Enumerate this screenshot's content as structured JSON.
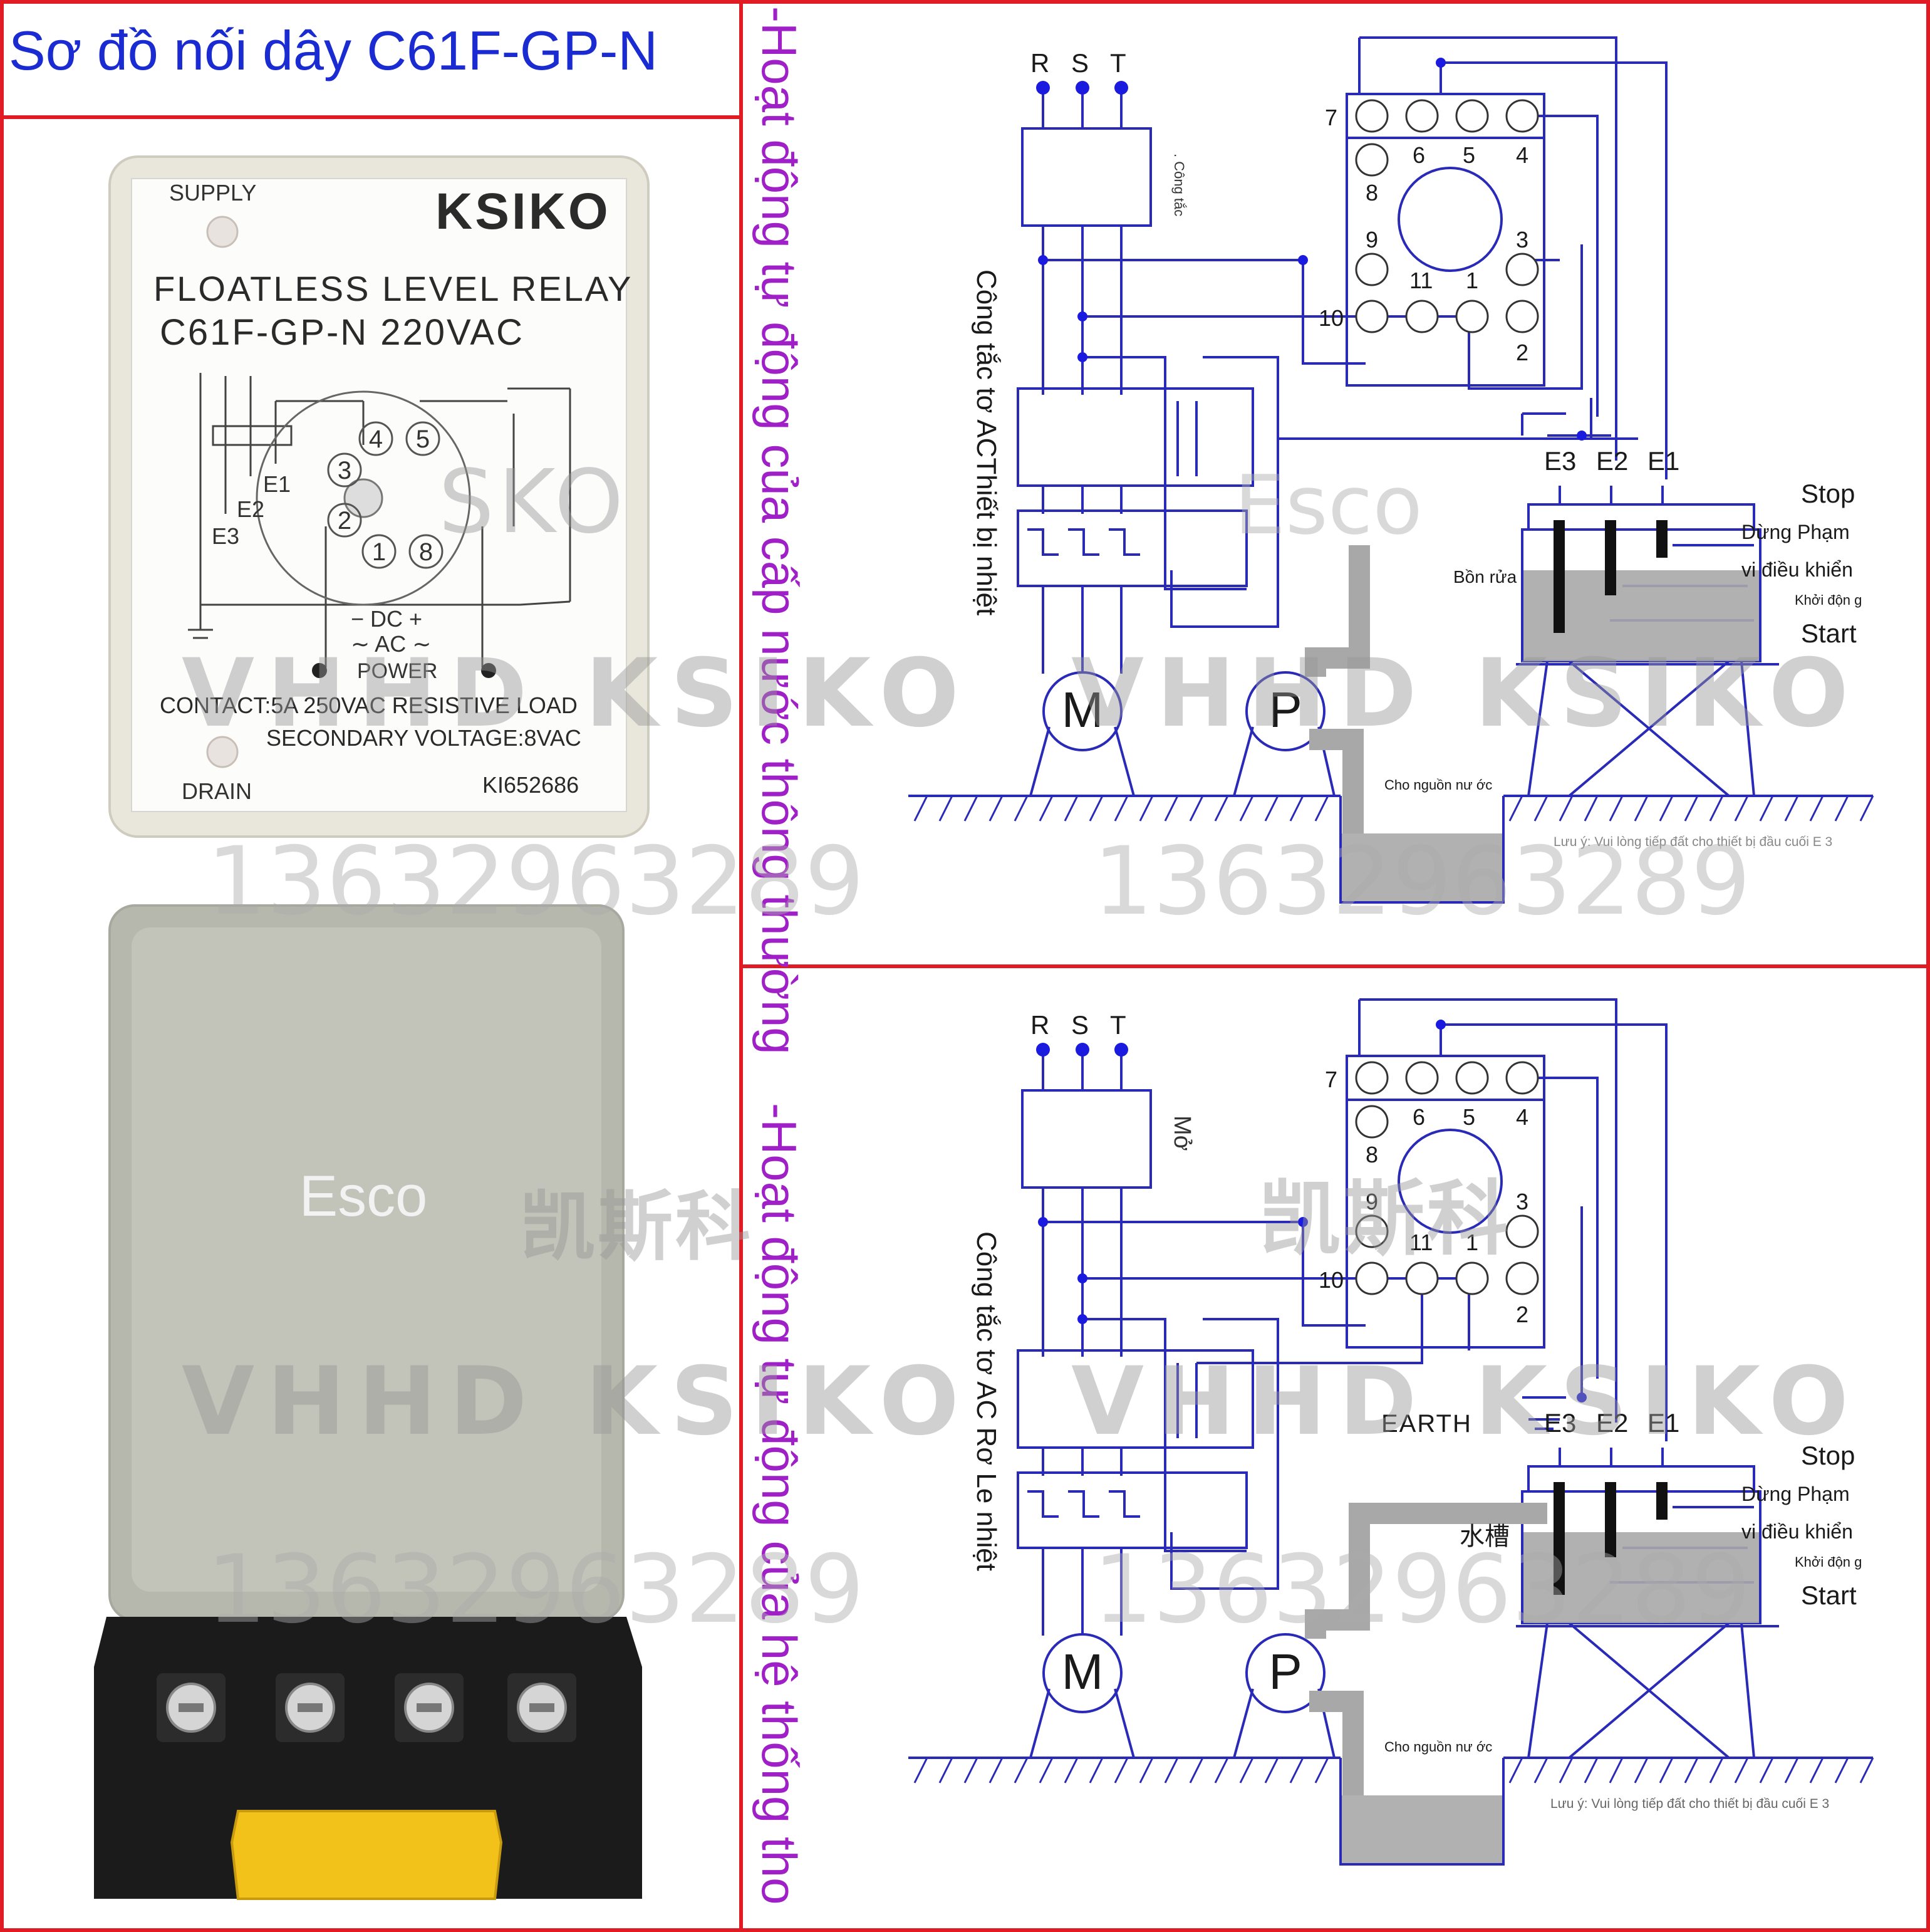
{
  "header": {
    "title": "Sơ đồ nối dây C61F-GP-N"
  },
  "side_text": {
    "top": "-Hoạt động tự động của cấp nước thông thường",
    "bottom": "-Hoạt động tự động của hệ thống tho"
  },
  "relay": {
    "brand": "KSIKO",
    "supply_label": "SUPPLY",
    "drain_label": "DRAIN",
    "product_name": "FLOATLESS LEVEL RELAY",
    "model": "C61F-GP-N  220VAC",
    "contact_spec": "CONTACT:5A 250VAC RESISTIVE LOAD",
    "secondary_voltage": "SECONDARY VOLTAGE:8VAC",
    "serial": "KI652686",
    "dc_label": "−  DC  +",
    "ac_label": "∼  AC  ∼",
    "power_label": "POWER",
    "electrodes": [
      "E1",
      "E2",
      "E3"
    ],
    "pins": [
      "4",
      "5",
      "3",
      "2",
      "1",
      "8"
    ],
    "cover_label": "Esco"
  },
  "diagram_top": {
    "phases": [
      "R",
      "S",
      "T"
    ],
    "switch_label": ". Công tắc",
    "contactor_label": "Công tắc tơ ACThiết bị nhiệt",
    "motor_label": "M",
    "pump_label": "P",
    "socket_pins": [
      "7",
      "6",
      "5",
      "4",
      "8",
      "9",
      "3",
      "11",
      "1",
      "10",
      "2"
    ],
    "electrodes": [
      "E3",
      "E2",
      "E1"
    ],
    "tank_label": "Bồn rửa",
    "stop_label": "Stop",
    "stop_level_label": "Dừng Phạm",
    "control_label": "vi điều khiển",
    "start_level_label": "Khởi độn g",
    "start_label": "Start",
    "source_label": "Cho nguồn nư ớc",
    "note": "Lưu ý: Vui lòng tiếp đất cho thiết bị đầu cuối E 3"
  },
  "diagram_bottom": {
    "phases": [
      "R",
      "S",
      "T"
    ],
    "switch_label": "Mở",
    "contactor_label": "Công tắc tơ AC Rơ Le nhiệt",
    "motor_label": "M",
    "pump_label": "P",
    "socket_pins": [
      "7",
      "6",
      "5",
      "4",
      "8",
      "9",
      "3",
      "11",
      "1",
      "10",
      "2"
    ],
    "earth_label": "EARTH",
    "electrodes": [
      "E3",
      "E2",
      "E1"
    ],
    "tank_label": "水槽",
    "stop_label": "Stop",
    "stop_level_label": "Dừng Phạm",
    "control_label": "vi điều khiển",
    "start_level_label": "Khởi độn g",
    "start_label": "Start",
    "source_label": "Cho nguồn nư ớc",
    "note": "Lưu ý: Vui lòng tiếp đất cho thiết bị đầu cuối E 3"
  },
  "watermarks": {
    "brand": "VHHD KSIKO",
    "brand_short": "SKO",
    "phone": "13632963289",
    "chinese": "凯斯科",
    "esco": "Esco"
  },
  "colors": {
    "border": "#e01b24",
    "title": "#1a2bd1",
    "side_text": "#a020c8",
    "wiring": "#2a2ab8",
    "water": "#a8a8a8"
  }
}
